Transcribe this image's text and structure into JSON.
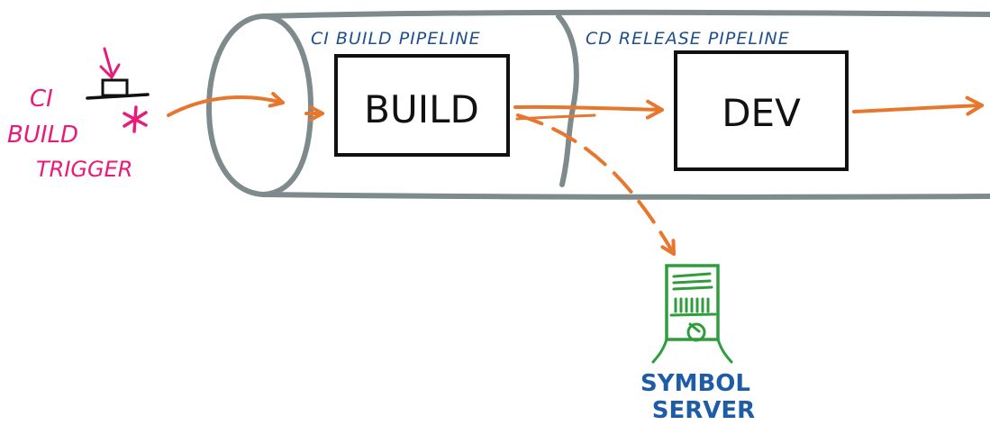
{
  "labels": {
    "ci_pipeline": "CI BUILD PIPELINE",
    "cd_pipeline": "CD RELEASE PIPELINE",
    "build_box": "BUILD",
    "dev_box": "DEV",
    "trigger_line1": "CI",
    "trigger_line2": "BUILD",
    "trigger_line3": "TRIGGER",
    "symbol_line1": "SYMBOL",
    "symbol_line2": "SERVER"
  },
  "colors": {
    "pipe": "#7f8a8c",
    "blue_text": "#1f4f8f",
    "box": "#111111",
    "arrow": "#e8772e",
    "trigger": "#e81a7a",
    "server": "#2e9e3c",
    "server_text": "#1e5da6"
  },
  "icons": {
    "trigger": "push-button-icon",
    "symbol_server": "server-tower-icon"
  }
}
